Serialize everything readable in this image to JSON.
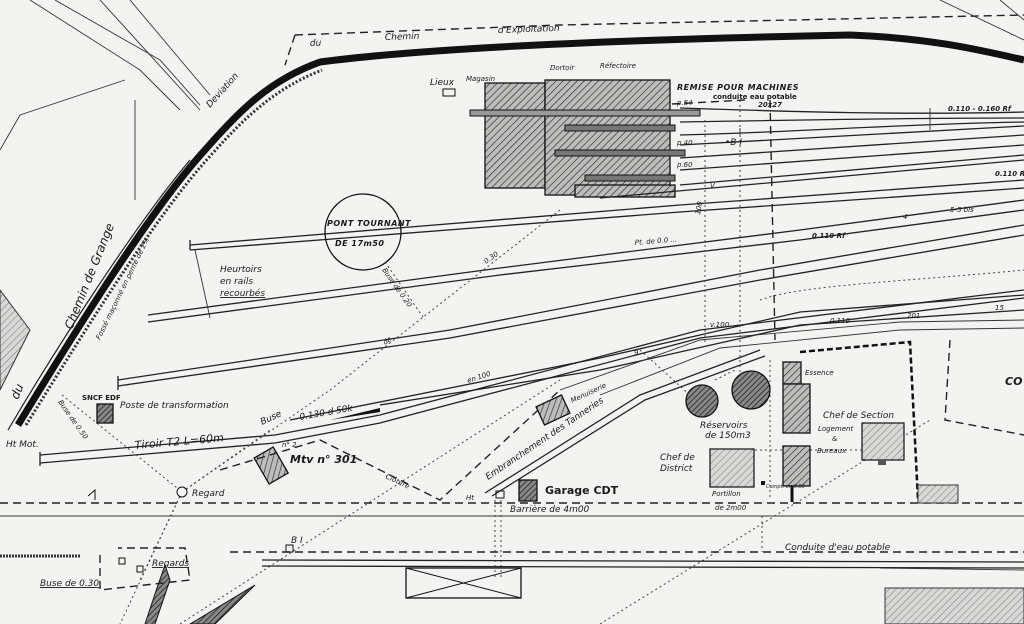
{
  "title_road": {
    "prefix": "du",
    "name": "Chemin",
    "suffix": "d'Exploitation"
  },
  "deviation": "Deviation",
  "chemin_grange": "Chemin de Grange",
  "du_left": "du",
  "fosse": "Fossé maçonné en pente de 2%",
  "buildings": {
    "lieux": "Lieux",
    "magasin": "Magasin",
    "dortoir": "Dortoir",
    "refectoire": "Réfectoire",
    "remise": "REMISE POUR MACHINES",
    "conduite_top": "conduite eau potable",
    "conduite_size": "20x27",
    "pont_line1": "PONT TOURNANT",
    "pont_line2": "DE 17m50",
    "heurtoirs": [
      "Heurtoirs",
      "en rails",
      "recourbés"
    ],
    "poste_owner": "SNCF EDF",
    "poste": "Poste de transformation",
    "ht_mot": "Ht Mot.",
    "buse_950": "Buse de 0.50",
    "tiroir": "Tiroir T2  L=60m",
    "buse": "Buse",
    "pente": "0.130 d 50k",
    "mtv_no": "n° 2",
    "mtv": "Mtv n° 301",
    "regard": "Regard",
    "cloture": "Clôture",
    "menuiserie": "Menuiserie",
    "embranchement": "Embranchement des Tanneries",
    "ht": "Ht",
    "garage": "Garage CDT",
    "barriere": "Barrière de 4m00",
    "essence": "Essence",
    "reservoirs": [
      "Réservoirs",
      "de 150m3"
    ],
    "chef_section": "Chef de Section",
    "logement": [
      "Logement",
      "&",
      "Bureaux"
    ],
    "chef_district": [
      "Chef de",
      "District"
    ],
    "portillon": "Portillon",
    "portillon_size": "de 2m00",
    "compteur": "Compt. en 0.80",
    "conduite_bottom": "Conduite   d'eau   potable",
    "bi": "B I",
    "regards": "Regards",
    "buse_030": "Buse de 0.30",
    "co": "CO"
  },
  "track_labels": {
    "p64": "p.64",
    "p40": "p.40",
    "p60": "p.60",
    "bi_top": "•B I",
    "rf1": "0.110 - 0.160 Rf",
    "rf2": "0.110 Rf",
    "rf3": "0.110 Rf",
    "r55": "5-5 bis",
    "n4": "4",
    "n15": "15",
    "n201": "201",
    "v100": "v.100",
    "e110": "0.110",
    "pt": "Pt. de 0.0 ...",
    "buse020": "Buse de 0.20",
    "b030": "0.30",
    "de": "de",
    "en100": "en 100",
    "n9": "9",
    "v": "V",
    "j100": "100"
  }
}
